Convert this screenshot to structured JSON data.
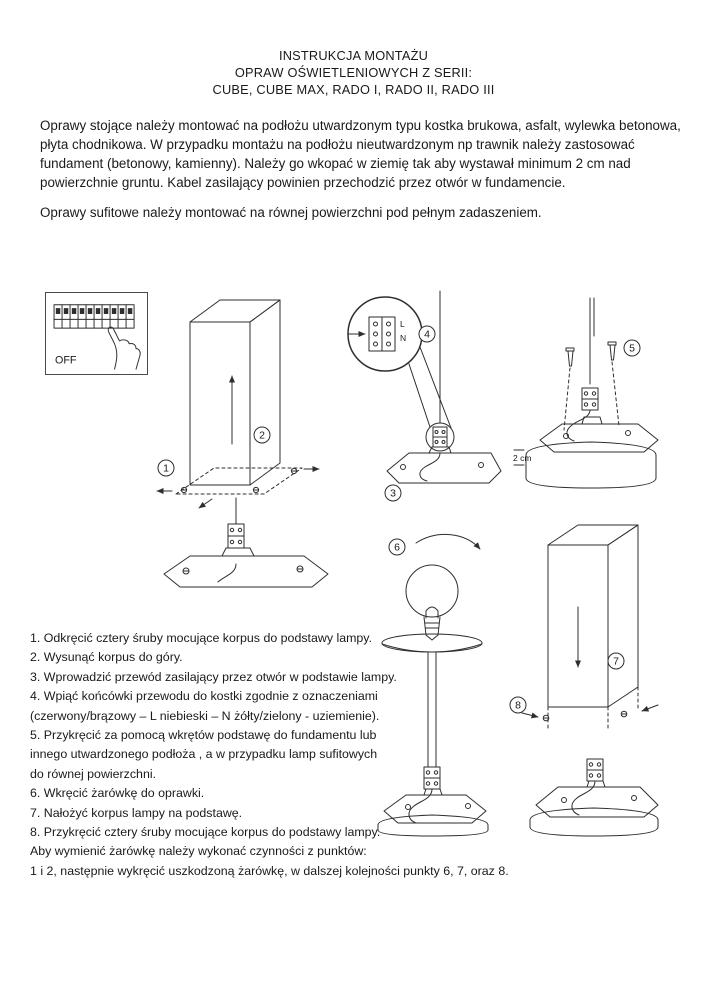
{
  "header": {
    "line1": "INSTRUKCJA MONTAŻU",
    "line2": "OPRAW OŚWIETLENIOWYCH Z SERII:",
    "line3": "CUBE, CUBE MAX, RADO I, RADO II, RADO III"
  },
  "intro": {
    "paragraph1": "Oprawy stojące należy montować na podłożu utwardzonym typu kostka brukowa, asfalt, wylewka betonowa, płyta chodnikowa. W przypadku montażu na podłożu nieutwardzonym np trawnik należy zastosować fundament (betonowy, kamienny). Należy go wkopać w ziemię tak aby wystawał minimum 2 cm nad powierzchnie gruntu. Kabel zasilający powinien przechodzić przez otwór w fundamencie.",
    "paragraph2": "Oprawy sufitowe należy montować na równej powierzchni pod pełnym zadaszeniem."
  },
  "diagrams": {
    "breaker": {
      "off_label": "OFF"
    },
    "wiring": {
      "terminal_l": "L",
      "terminal_n": "N"
    },
    "foundation": {
      "depth_label": "2 cm"
    },
    "steps": [
      "1",
      "2",
      "3",
      "4",
      "5",
      "6",
      "7",
      "8"
    ]
  },
  "instructions": {
    "lines": [
      "1. Odkręcić cztery śruby mocujące korpus do podstawy lampy.",
      "2. Wysunąć korpus do góry.",
      "3. Wprowadzić przewód zasilający przez otwór w podstawie lampy.",
      "4. Wpiąć końcówki przewodu do kostki zgodnie z oznaczeniami",
      "(czerwony/brązowy – L niebieski – N żółty/zielony - uziemienie).",
      "5. Przykręcić za pomocą wkrętów podstawę do fundamentu lub",
      "innego utwardzonego podłoża , a w przypadku lamp sufitowych",
      "do równej powierzchni.",
      "6. Wkręcić żarówkę do oprawki.",
      "7. Nałożyć korpus lampy na podstawę.",
      "8. Przykręcić cztery śruby mocujące korpus do podstawy lampy.",
      "Aby wymienić żarówkę należy wykonać czynności z punktów:",
      "1 i 2, następnie wykręcić uszkodzoną żarówkę, w dalszej kolejności punkty 6, 7, oraz 8."
    ]
  }
}
